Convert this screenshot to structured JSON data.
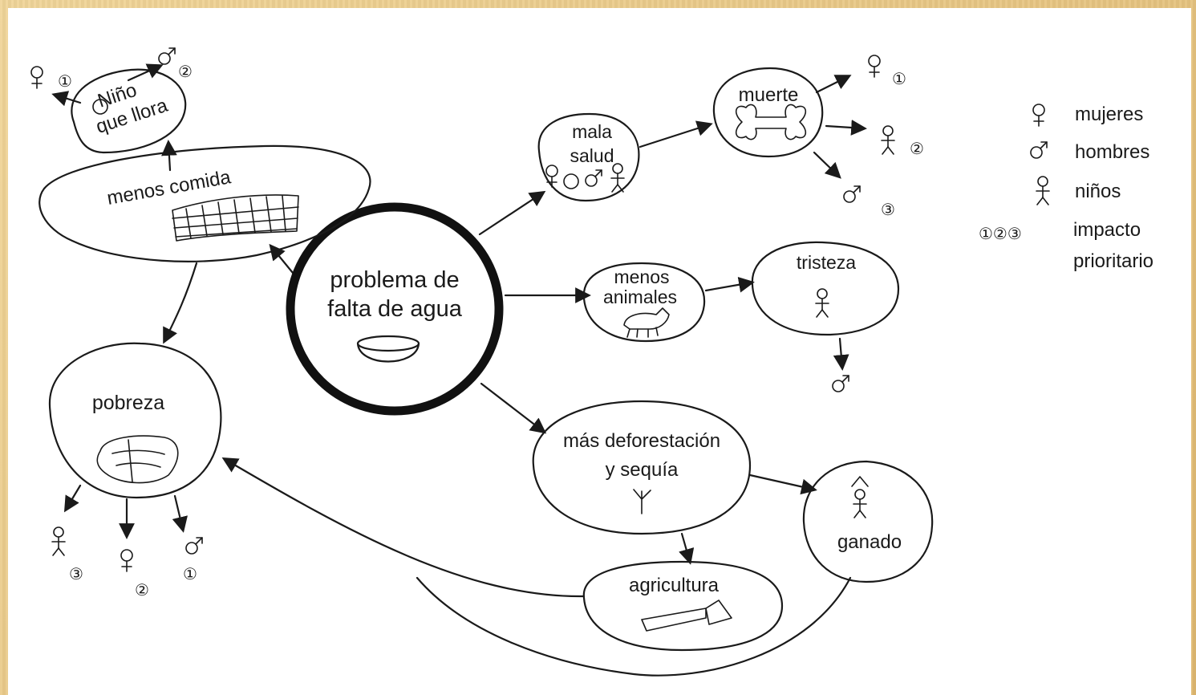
{
  "center": {
    "line1": "problema de",
    "line2": "falta de agua"
  },
  "nodes": {
    "nino": {
      "line1": "Niño",
      "line2": "que llora"
    },
    "menos_comida": {
      "label": "menos comida"
    },
    "pobreza": {
      "label": "pobreza"
    },
    "mala_salud": {
      "line1": "mala",
      "line2": "salud"
    },
    "muerte": {
      "label": "muerte"
    },
    "menos_animales": {
      "line1": "menos",
      "line2": "animales"
    },
    "tristeza": {
      "label": "tristeza"
    },
    "deforestacion": {
      "line1": "más deforestación",
      "line2": "y sequía"
    },
    "ganado": {
      "label": "ganado"
    },
    "agricultura": {
      "label": "agricultura"
    }
  },
  "priority_marks": {
    "nino_woman": "①",
    "nino_man": "②",
    "muerte_woman": "①",
    "muerte_child": "②",
    "muerte_man": "③",
    "pobreza_child": "③",
    "pobreza_woman": "②",
    "pobreza_man": "①"
  },
  "legend": {
    "women": "mujeres",
    "men": "hombres",
    "children": "niños",
    "impact_line1": "impacto",
    "impact_line2": "prioritario",
    "impact_marks": "①②③"
  },
  "colors": {
    "frame": "#e9c98a",
    "ink": "#1a1a1a",
    "paper": "#ffffff"
  }
}
